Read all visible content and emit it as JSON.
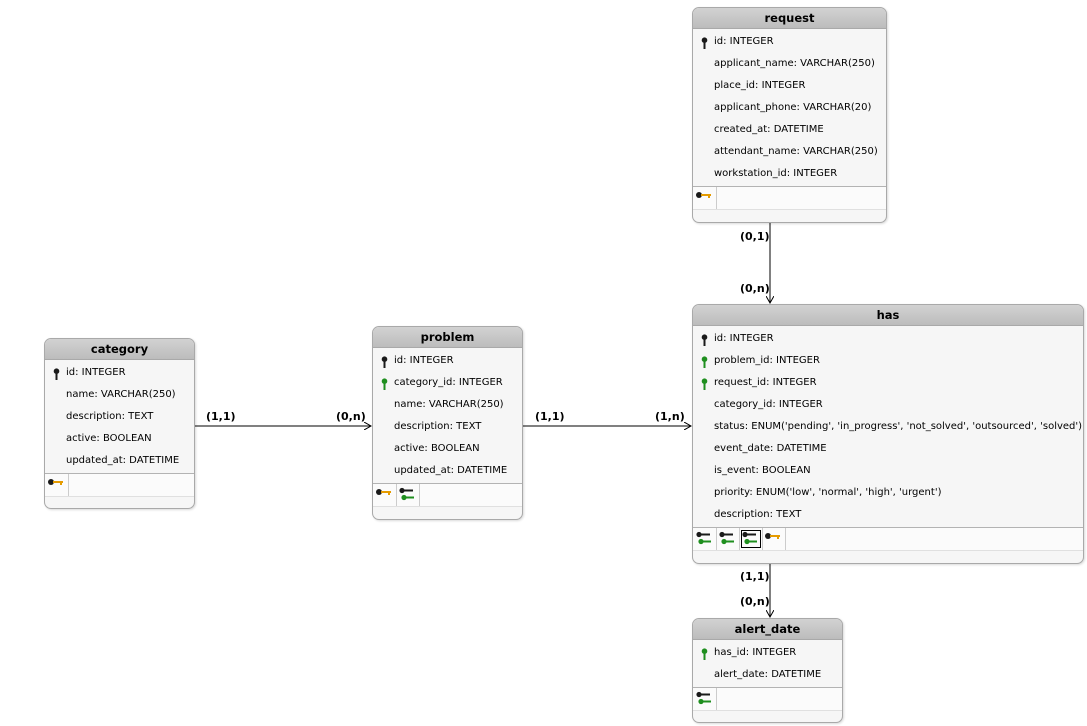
{
  "entities": {
    "request": {
      "name": "request",
      "attrs": [
        "id: INTEGER",
        "applicant_name: VARCHAR(250)",
        "place_id: INTEGER",
        "applicant_phone: VARCHAR(20)",
        "created_at: DATETIME",
        "attendant_name: VARCHAR(250)",
        "workstation_id: INTEGER"
      ]
    },
    "category": {
      "name": "category",
      "attrs": [
        "id: INTEGER",
        "name: VARCHAR(250)",
        "description: TEXT",
        "active: BOOLEAN",
        "updated_at: DATETIME"
      ]
    },
    "problem": {
      "name": "problem",
      "attrs": [
        "id: INTEGER",
        "category_id: INTEGER",
        "name: VARCHAR(250)",
        "description: TEXT",
        "active: BOOLEAN",
        "updated_at: DATETIME"
      ]
    },
    "has": {
      "name": "has",
      "attrs": [
        "id: INTEGER",
        "problem_id: INTEGER",
        "request_id: INTEGER",
        "category_id: INTEGER",
        "status: ENUM('pending', 'in_progress', 'not_solved', 'outsourced', 'solved')",
        "event_date: DATETIME",
        "is_event: BOOLEAN",
        "priority: ENUM('low', 'normal', 'high', 'urgent')",
        "description: TEXT"
      ]
    },
    "alert_date": {
      "name": "alert_date",
      "attrs": [
        "has_id: INTEGER",
        "alert_date: DATETIME"
      ]
    }
  },
  "relations": {
    "request_has": {
      "from_card": "(0,1)",
      "to_card": "(0,n)"
    },
    "category_problem": {
      "from_card": "(1,1)",
      "to_card": "(0,n)"
    },
    "problem_has": {
      "from_card": "(1,1)",
      "to_card": "(1,n)"
    },
    "has_alert": {
      "from_card": "(1,1)",
      "to_card": "(0,n)"
    }
  },
  "colors": {
    "primary_key": "#1a1a1a",
    "foreign_key": "#1f8f1f",
    "unique_key": "#e59b00"
  }
}
